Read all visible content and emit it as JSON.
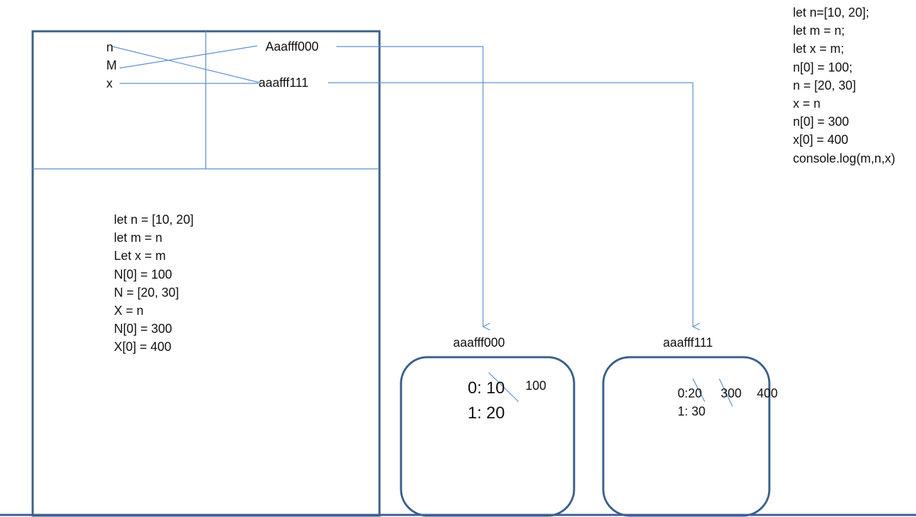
{
  "stack": {
    "variables": [
      "n",
      "M",
      "x"
    ],
    "addresses": [
      "Aaafff000",
      "aaafff111"
    ],
    "code_lines": [
      "let n = [10, 20]",
      "let m = n",
      "Let x = m",
      "N[0] = 100",
      "N = [20, 30]",
      "X = n",
      "N[0] = 300",
      "X[0] = 400"
    ]
  },
  "heap": [
    {
      "label": "aaafff000",
      "entries": [
        "0: 10",
        "1: 20"
      ],
      "annotations": [
        "100"
      ]
    },
    {
      "label": "aaafff111",
      "entries": [
        "0:20",
        "1: 30"
      ],
      "annotations": [
        "300",
        "400"
      ]
    }
  ],
  "code_panel": {
    "lines": [
      "let n=[10, 20];",
      "let m = n;",
      "let x = m;",
      "n[0] = 100;",
      "n = [20, 30]",
      "x = n",
      "n[0] = 300",
      "x[0] = 400",
      "console.log(m,n,x)"
    ]
  },
  "colors": {
    "frame": "#3b5f8c",
    "line": "#5b8fc9",
    "text": "#111111"
  }
}
